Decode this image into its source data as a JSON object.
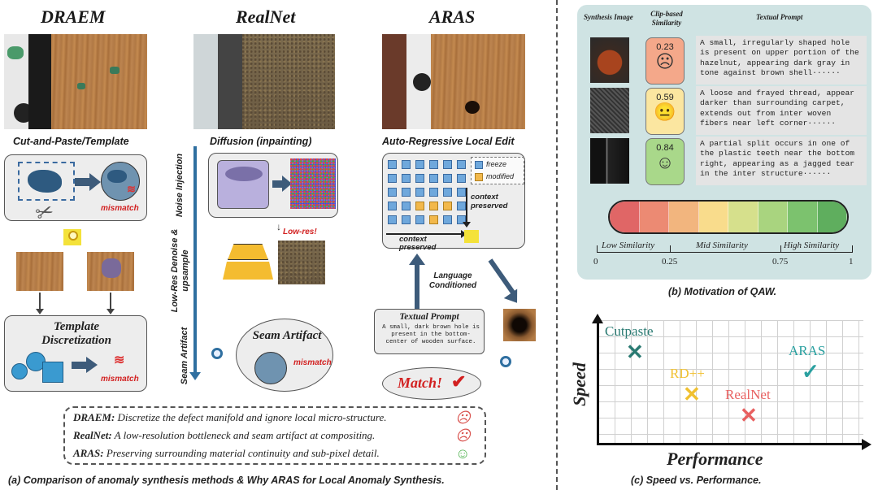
{
  "part_a": {
    "methods": [
      "DRAEM",
      "RealNet",
      "ARAS"
    ],
    "draem": {
      "subtitle": "Cut-and-Paste/Template",
      "mismatch": "mismatch",
      "template_label": "Template Discretization",
      "mismatch2": "mismatch"
    },
    "realnet": {
      "subtitle": "Diffusion (inpainting)",
      "noise_injection": "Noise Injection",
      "lowres_denoise": "Low-Res Denoise & upsample",
      "seam_artifact_axis": "Seam Artifact",
      "low_res": "Low-res!",
      "seam_artifact": "Seam Artifact",
      "mismatch": "mismatch"
    },
    "aras": {
      "subtitle": "Auto-Regressive Local Edit",
      "legend_freeze": "freeze",
      "legend_modified": "modified",
      "context_preserved_v": "context preserved",
      "context_preserved_h": "context preserved",
      "language_conditioned": "Language Conditioned",
      "textual_prompt_title": "Textual Prompt",
      "textual_prompt_body": "A small, dark brown hole is present in the bottom-center of wooden surface.",
      "match": "Match!"
    },
    "summary": [
      {
        "name": "DRAEM:",
        "text": "Discretize the defect manifold and ignore local micro-structure.",
        "face": "☹",
        "color": "#d9534f"
      },
      {
        "name": "RealNet:",
        "text": "A low-resolution bottleneck and seam artifact at compositing.",
        "face": "☹",
        "color": "#d9534f"
      },
      {
        "name": "ARAS:",
        "text": "Preserving surrounding material continuity and sub-pixel detail.",
        "face": "☺",
        "color": "#5cb85c"
      }
    ],
    "caption": "(a) Comparison of anomaly synthesis methods & Why ARAS for Local Anomaly Synthesis."
  },
  "part_b": {
    "headers": {
      "image": "Synthesis Image",
      "sim": "Clip-based Similarity",
      "prompt": "Textual Prompt"
    },
    "rows": [
      {
        "score": "0.23",
        "face": "☹",
        "bg": "#f4a88a",
        "text": "A small, irregularly shaped hole is present on upper portion of the hazelnut, appearing dark gray in tone against brown shell······"
      },
      {
        "score": "0.59",
        "face": "😐",
        "bg": "#fbe6a0",
        "text": "A loose and frayed thread, appear darker than surrounding carpet, extends out from inter woven fibers near left corner······"
      },
      {
        "score": "0.84",
        "face": "☺",
        "bg": "#a9d88a",
        "text": "A partial split occurs in one of the plastic teeth near the bottom right, appearing as a jagged tear in the inter structure······"
      }
    ],
    "colorbar": [
      "#e06666",
      "#ec8a73",
      "#f2b57e",
      "#f9dc8c",
      "#d6e08c",
      "#a9d47f",
      "#7cc26e",
      "#5fae5e"
    ],
    "scale_labels": [
      "Low Similarity",
      "Mid Similarity",
      "High Similarity"
    ],
    "ticks": [
      "0",
      "0.25",
      "0.75",
      "1"
    ],
    "caption": "(b) Motivation of QAW."
  },
  "part_c": {
    "chart_data": {
      "type": "scatter",
      "xlabel": "Performance",
      "ylabel": "Speed",
      "points": [
        {
          "name": "Cutpaste",
          "marker": "✕",
          "color": "#2a7a72"
        },
        {
          "name": "RD++",
          "marker": "✕",
          "color": "#f0c030"
        },
        {
          "name": "RealNet",
          "marker": "✕",
          "color": "#e86060"
        },
        {
          "name": "ARAS",
          "marker": "✓",
          "color": "#2aa0a0"
        }
      ],
      "grid": true
    },
    "caption": "(c) Speed vs. Performance."
  }
}
